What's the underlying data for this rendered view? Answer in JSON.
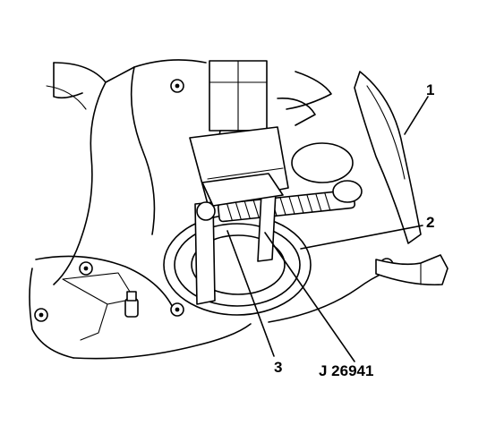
{
  "callouts": {
    "c1": "1",
    "c2": "2",
    "c3": "3",
    "tool": "J 26941"
  },
  "colors": {
    "ink": "#000000",
    "paper": "#ffffff"
  }
}
